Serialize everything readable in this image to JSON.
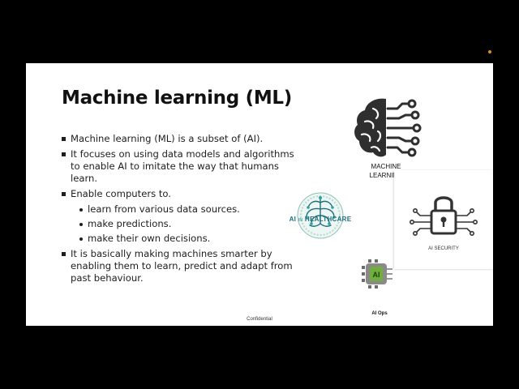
{
  "slide": {
    "title": "Machine learning (ML)",
    "bullets": [
      {
        "text": "Machine learning (ML) is a subset of (AI)."
      },
      {
        "text": "It focuses on using data models and algorithms to enable AI to imitate the way that humans learn."
      },
      {
        "text": "Enable computers to.",
        "sub": [
          "learn from various data sources.",
          "make predictions.",
          "make their own decisions."
        ]
      },
      {
        "text": "It is basically making machines smarter by enabling them to learn, predict and adapt from past behaviour."
      }
    ],
    "images": {
      "ml": {
        "label_line1": "MACHINE",
        "label_line2": "LEARNING",
        "icon": "brain-circuit-icon"
      },
      "healthcare": {
        "label_ai": "AI",
        "label_in": "IN",
        "label_rest": "HEALTHCARE",
        "icon": "brain-tree-icon"
      },
      "security": {
        "label": "AI SECURITY",
        "icon": "padlock-circuit-icon"
      },
      "aiops": {
        "badge": "AI",
        "label": "AI Ops",
        "icon": "gear-ai-icon"
      }
    },
    "footer": "Confidential"
  },
  "colors": {
    "background": "#000000",
    "slide": "#ffffff",
    "healthcare_teal": "#1b6f7c",
    "status_dot": "#e08a1e"
  }
}
